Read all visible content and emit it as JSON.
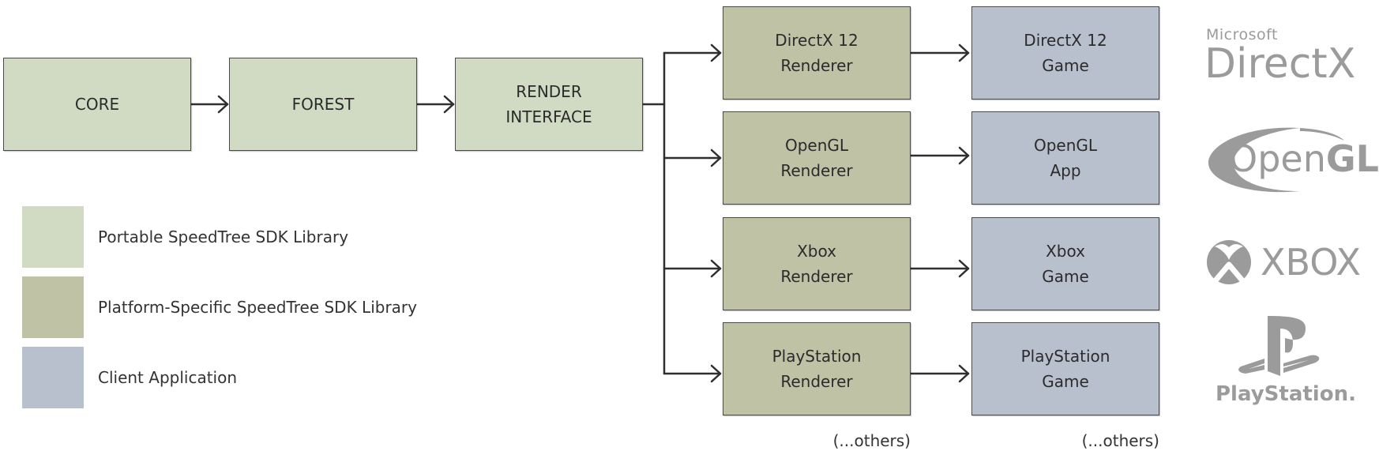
{
  "diagram": {
    "pipeline": [
      {
        "id": "core",
        "label": "CORE",
        "category": "portable"
      },
      {
        "id": "forest",
        "label": "FOREST",
        "category": "portable"
      },
      {
        "id": "render-interface",
        "label": "RENDER\nINTERFACE",
        "category": "portable"
      }
    ],
    "platforms": [
      {
        "renderer": "DirectX 12\nRenderer",
        "client": "DirectX 12\nGame",
        "logo": "directx-logo"
      },
      {
        "renderer": "OpenGL\nRenderer",
        "client": "OpenGL\nApp",
        "logo": "opengl-logo"
      },
      {
        "renderer": "Xbox\nRenderer",
        "client": "Xbox\nGame",
        "logo": "xbox-logo"
      },
      {
        "renderer": "PlayStation\nRenderer",
        "client": "PlayStation\nGame",
        "logo": "playstation-logo"
      }
    ],
    "others_renderer": "(...others)",
    "others_client": "(...others)"
  },
  "legend": [
    {
      "label": "Portable SpeedTree SDK Library",
      "color": "#d1dbc3"
    },
    {
      "label": "Platform-Specific SpeedTree SDK Library",
      "color": "#c0c2a6"
    },
    {
      "label": "Client Application",
      "color": "#b9c0cd"
    }
  ],
  "logos": {
    "directx": {
      "small": "Microsoft",
      "big": "DirectX"
    },
    "opengl": {
      "thin": "Open",
      "bold": "GL"
    },
    "xbox": {
      "text": "XBOX"
    },
    "playstation": {
      "text": "PlayStation."
    }
  },
  "colors": {
    "portable": "#d1dbc3",
    "platform": "#c0c2a6",
    "client": "#b9c0cd",
    "border": "#4a4a4a",
    "logo_gray": "#9b9b9b"
  }
}
